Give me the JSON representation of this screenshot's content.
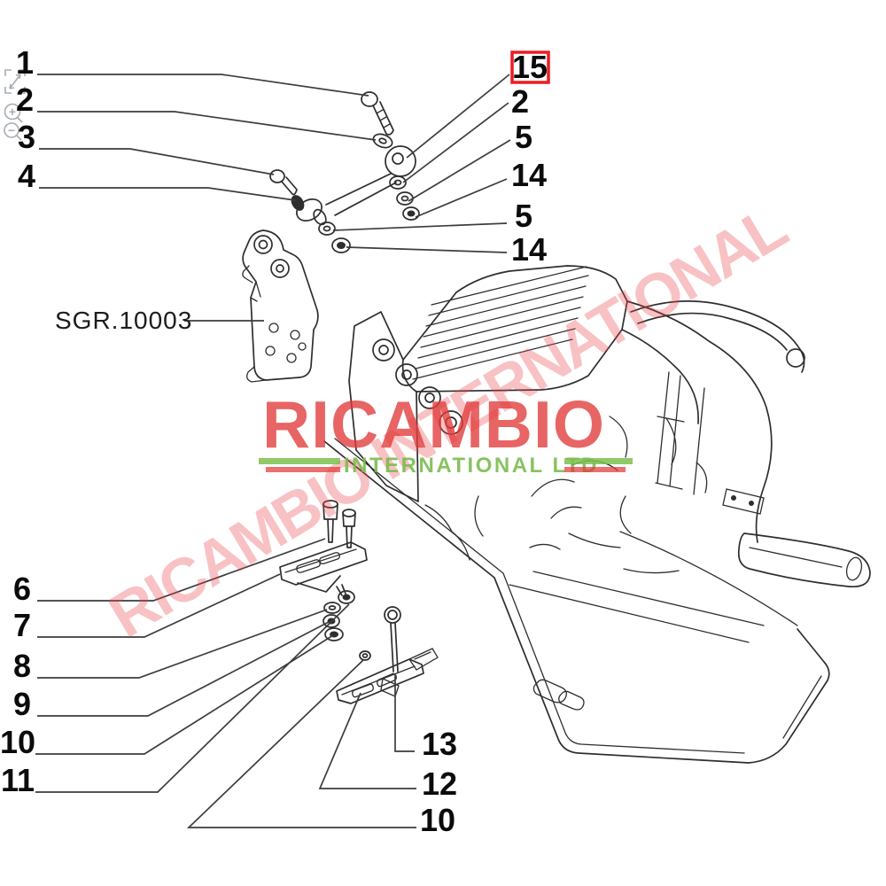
{
  "viewer_controls": {
    "zoom_in_symbol": "+",
    "zoom_out_symbol": "−"
  },
  "watermark": {
    "brand": "RICAMBIO",
    "subtitle": "INTERNATIONAL LTD",
    "diagonal_text": "RICAMBIO INTERNATIONAL",
    "brand_color": "#e23a3a",
    "subtitle_color": "#78b94b"
  },
  "diagram": {
    "group_label": "SGR.10003",
    "line_color": "#2e2e2e",
    "highlight_color": "#ed1c24",
    "highlighted_callout": "15",
    "callouts": {
      "k1": "1",
      "k2": "2",
      "k3": "3",
      "k4": "4",
      "k15": "15",
      "k2r": "2",
      "k5r": "5",
      "k14r": "14",
      "k5b": "5",
      "k14b": "14",
      "k6": "6",
      "k7": "7",
      "k8": "8",
      "k9": "9",
      "k10": "10",
      "k11": "11",
      "k13": "13",
      "k12": "12",
      "k10b": "10"
    }
  }
}
